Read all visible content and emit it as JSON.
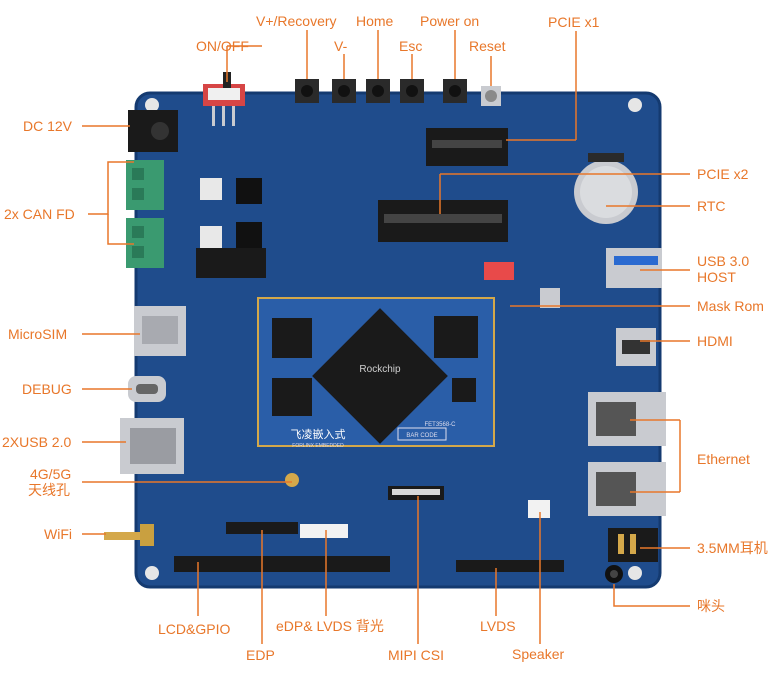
{
  "labels": {
    "on_off": "ON/OFF",
    "v_plus_recovery": "V+/Recovery",
    "v_minus": "V-",
    "home": "Home",
    "esc": "Esc",
    "power_on": "Power on",
    "reset": "Reset",
    "pcie_x1": "PCIE x1",
    "dc_12v": "DC 12V",
    "can_fd": "2x CAN FD",
    "microsim": "MicroSIM",
    "debug": "DEBUG",
    "usb_2": "2XUSB 2.0",
    "lte_line1": "4G/5G",
    "lte_line2": "天线孔",
    "wifi": "WiFi",
    "lcd_gpio": "LCD&GPIO",
    "edp": "EDP",
    "edp_lvds_backlight": "eDP& LVDS 背光",
    "mipi_csi": "MIPI CSI",
    "lvds": "LVDS",
    "speaker": "Speaker",
    "pcie_x2": "PCIE x2",
    "rtc": "RTC",
    "usb3_line1": "USB 3.0",
    "usb3_line2": "HOST",
    "mask_rom": "Mask Rom",
    "hdmi": "HDMI",
    "ethernet": "Ethernet",
    "audio_jack": "3.5MM耳机",
    "mic": "咪头"
  },
  "board_text": {
    "brand": "飞凌嵌入式",
    "brand_en": "FORLINX EMBEDDED",
    "chip": "Rockchip",
    "som_model": "FET3568-C",
    "barcode": "BAR CODE"
  },
  "colors": {
    "label": "#e8772a",
    "board": "#1f4c8c",
    "board_dark": "#143a70",
    "som": "#2a5ea8",
    "connector_black": "#1a1a1a",
    "terminal_green": "#3a9a70",
    "metal": "#c9cbd0"
  }
}
